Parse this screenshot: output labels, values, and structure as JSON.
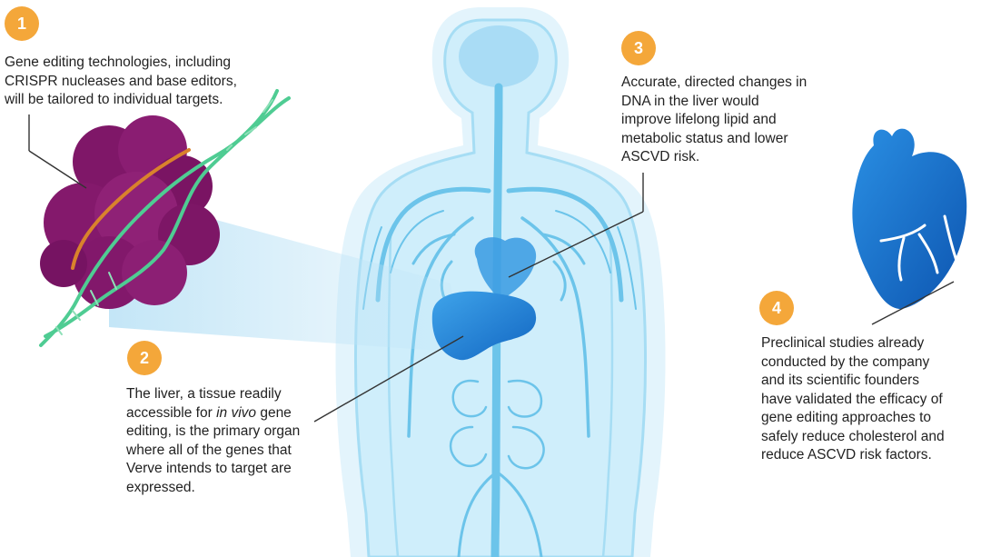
{
  "callouts": [
    {
      "number": "1",
      "lines": [
        "Gene editing technologies, including",
        "CRISPR nucleases and base editors,",
        "will be tailored to individual targets."
      ]
    },
    {
      "number": "2",
      "line1": "The liver, a tissue readily",
      "line2_before": "accessible for ",
      "line2_italic": "in vivo",
      "line2_after": " gene",
      "line3": "editing, is the primary organ",
      "line4": "where all of the genes that",
      "line5": "Verve intends to target are",
      "line6": "expressed."
    },
    {
      "number": "3",
      "lines": [
        "Accurate, directed changes in",
        "DNA in the liver would",
        "improve lifelong lipid and",
        "metabolic status and lower",
        "ASCVD risk."
      ]
    },
    {
      "number": "4",
      "lines": [
        "Preclinical studies already",
        "conducted by the company",
        "and its scientific founders",
        "have validated the efficacy of",
        "gene editing approaches to",
        "safely reduce cholesterol and",
        "reduce ASCVD risk factors."
      ]
    }
  ],
  "colors": {
    "badge": "#f4a73a",
    "body_halo": "#e3f4fc",
    "body_fill": "#c4e8f8",
    "body_outline": "#9ed9f3",
    "vessel": "#6cc4ea",
    "liver": "#1f86d6",
    "heart": "#1b74cc",
    "protein": "#82176b",
    "dna_green": "#4fcc93",
    "dna_orange": "#d9822c",
    "text": "#222222",
    "leader_line": "#333333"
  }
}
